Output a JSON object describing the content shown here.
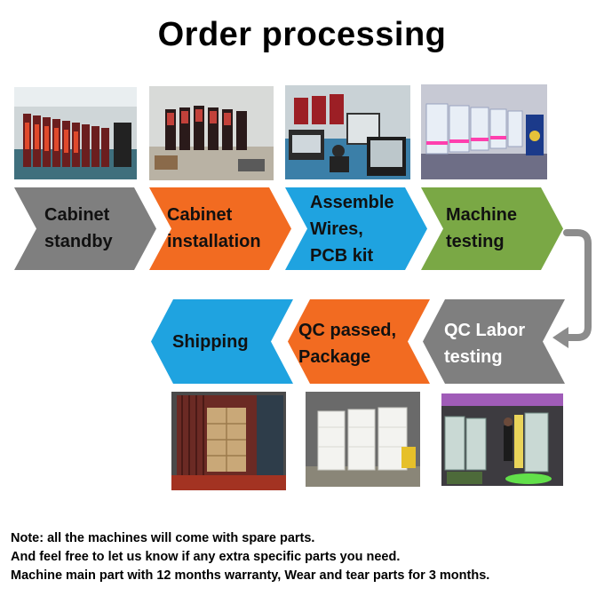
{
  "title": "Order processing",
  "colors": {
    "gray": "#7f7f7f",
    "orange": "#f26b21",
    "blue": "#1fa3e0",
    "green": "#7aa845",
    "arrow": "#8c8c8c"
  },
  "steps_top": [
    {
      "label_lines": [
        "Cabinet",
        "standby"
      ],
      "color": "gray"
    },
    {
      "label_lines": [
        "Cabinet",
        "installation"
      ],
      "color": "orange"
    },
    {
      "label_lines": [
        "Assemble",
        "Wires,",
        "PCB kit"
      ],
      "color": "blue"
    },
    {
      "label_lines": [
        "Machine",
        "testing"
      ],
      "color": "green"
    }
  ],
  "steps_bottom": [
    {
      "label_lines": [
        "Shipping"
      ],
      "color": "blue"
    },
    {
      "label_lines": [
        "QC passed,",
        "Package"
      ],
      "color": "orange"
    },
    {
      "label_lines": [
        "QC Labor",
        "testing"
      ],
      "color": "gray"
    }
  ],
  "photos_top": [
    "cabinet-standby-photo",
    "cabinet-installation-photo",
    "assemble-wires-photo",
    "machine-testing-photo"
  ],
  "photos_bottom": [
    "shipping-container-photo",
    "packaged-machines-photo",
    "qc-labor-testing-photo"
  ],
  "notes": [
    "Note: all the machines will come with spare parts.",
    "And feel free to let us know if any extra specific parts you need.",
    "Machine main part with 12 months warranty, Wear and tear parts for 3 months."
  ]
}
